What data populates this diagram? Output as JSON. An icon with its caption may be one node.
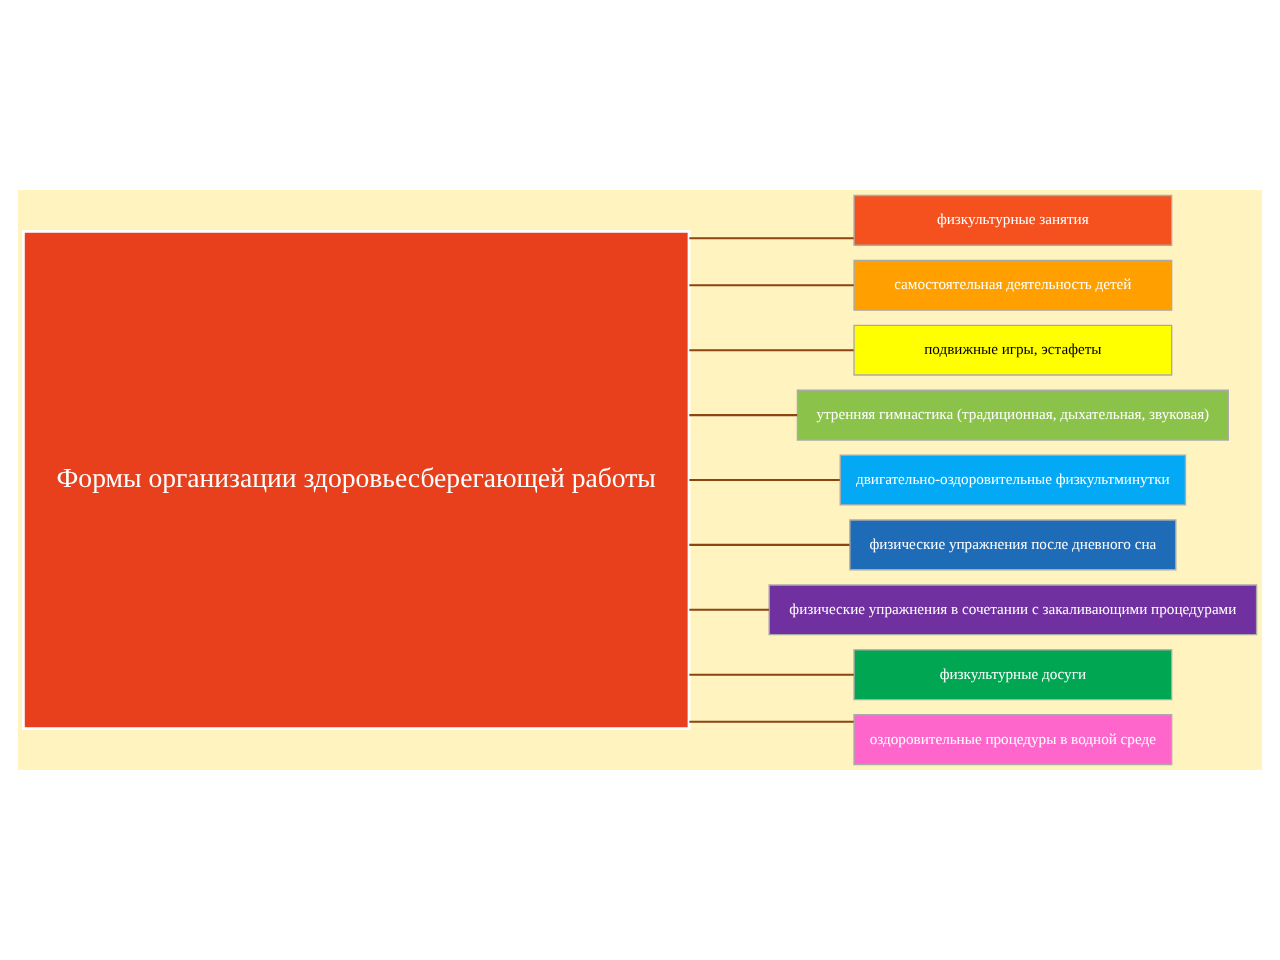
{
  "diagram": {
    "nodes": [
      {
        "text": [
          "Формы организации здоровьесберегающей работы"
        ]
      },
      {
        "text": [
          "физкультурные занятия"
        ]
      },
      {
        "text": [
          "самостоятельная деятельность детей"
        ]
      },
      {
        "text": [
          "подвижные игры, эстафеты"
        ]
      },
      {
        "text": [
          "утренняя гимнастика (традиционная, дыхательная, звуковая)"
        ]
      },
      {
        "text": [
          "двигательно-оздоровительные физкультминутки"
        ]
      },
      {
        "text": [
          "физические упражнения после дневного сна"
        ]
      },
      {
        "text": [
          "физические упражнения в сочетании с закаливающими процедурами"
        ]
      },
      {
        "text": [
          "физкультурные досуги"
        ]
      },
      {
        "text": [
          "оздоровительные процедуры в водной среде"
        ]
      }
    ],
    "edges": [
      {
        "from": 0,
        "to": 1,
        "arrow": "none"
      },
      {
        "from": 0,
        "to": 2,
        "arrow": "none"
      },
      {
        "from": 0,
        "to": 3,
        "arrow": "none"
      },
      {
        "from": 0,
        "to": 4,
        "arrow": "none"
      },
      {
        "from": 0,
        "to": 5,
        "arrow": "none"
      },
      {
        "from": 0,
        "to": 6,
        "arrow": "none"
      },
      {
        "from": 0,
        "to": 7,
        "arrow": "none"
      },
      {
        "from": 0,
        "to": 8,
        "arrow": "none"
      },
      {
        "from": 0,
        "to": 9,
        "arrow": "none"
      }
    ]
  }
}
